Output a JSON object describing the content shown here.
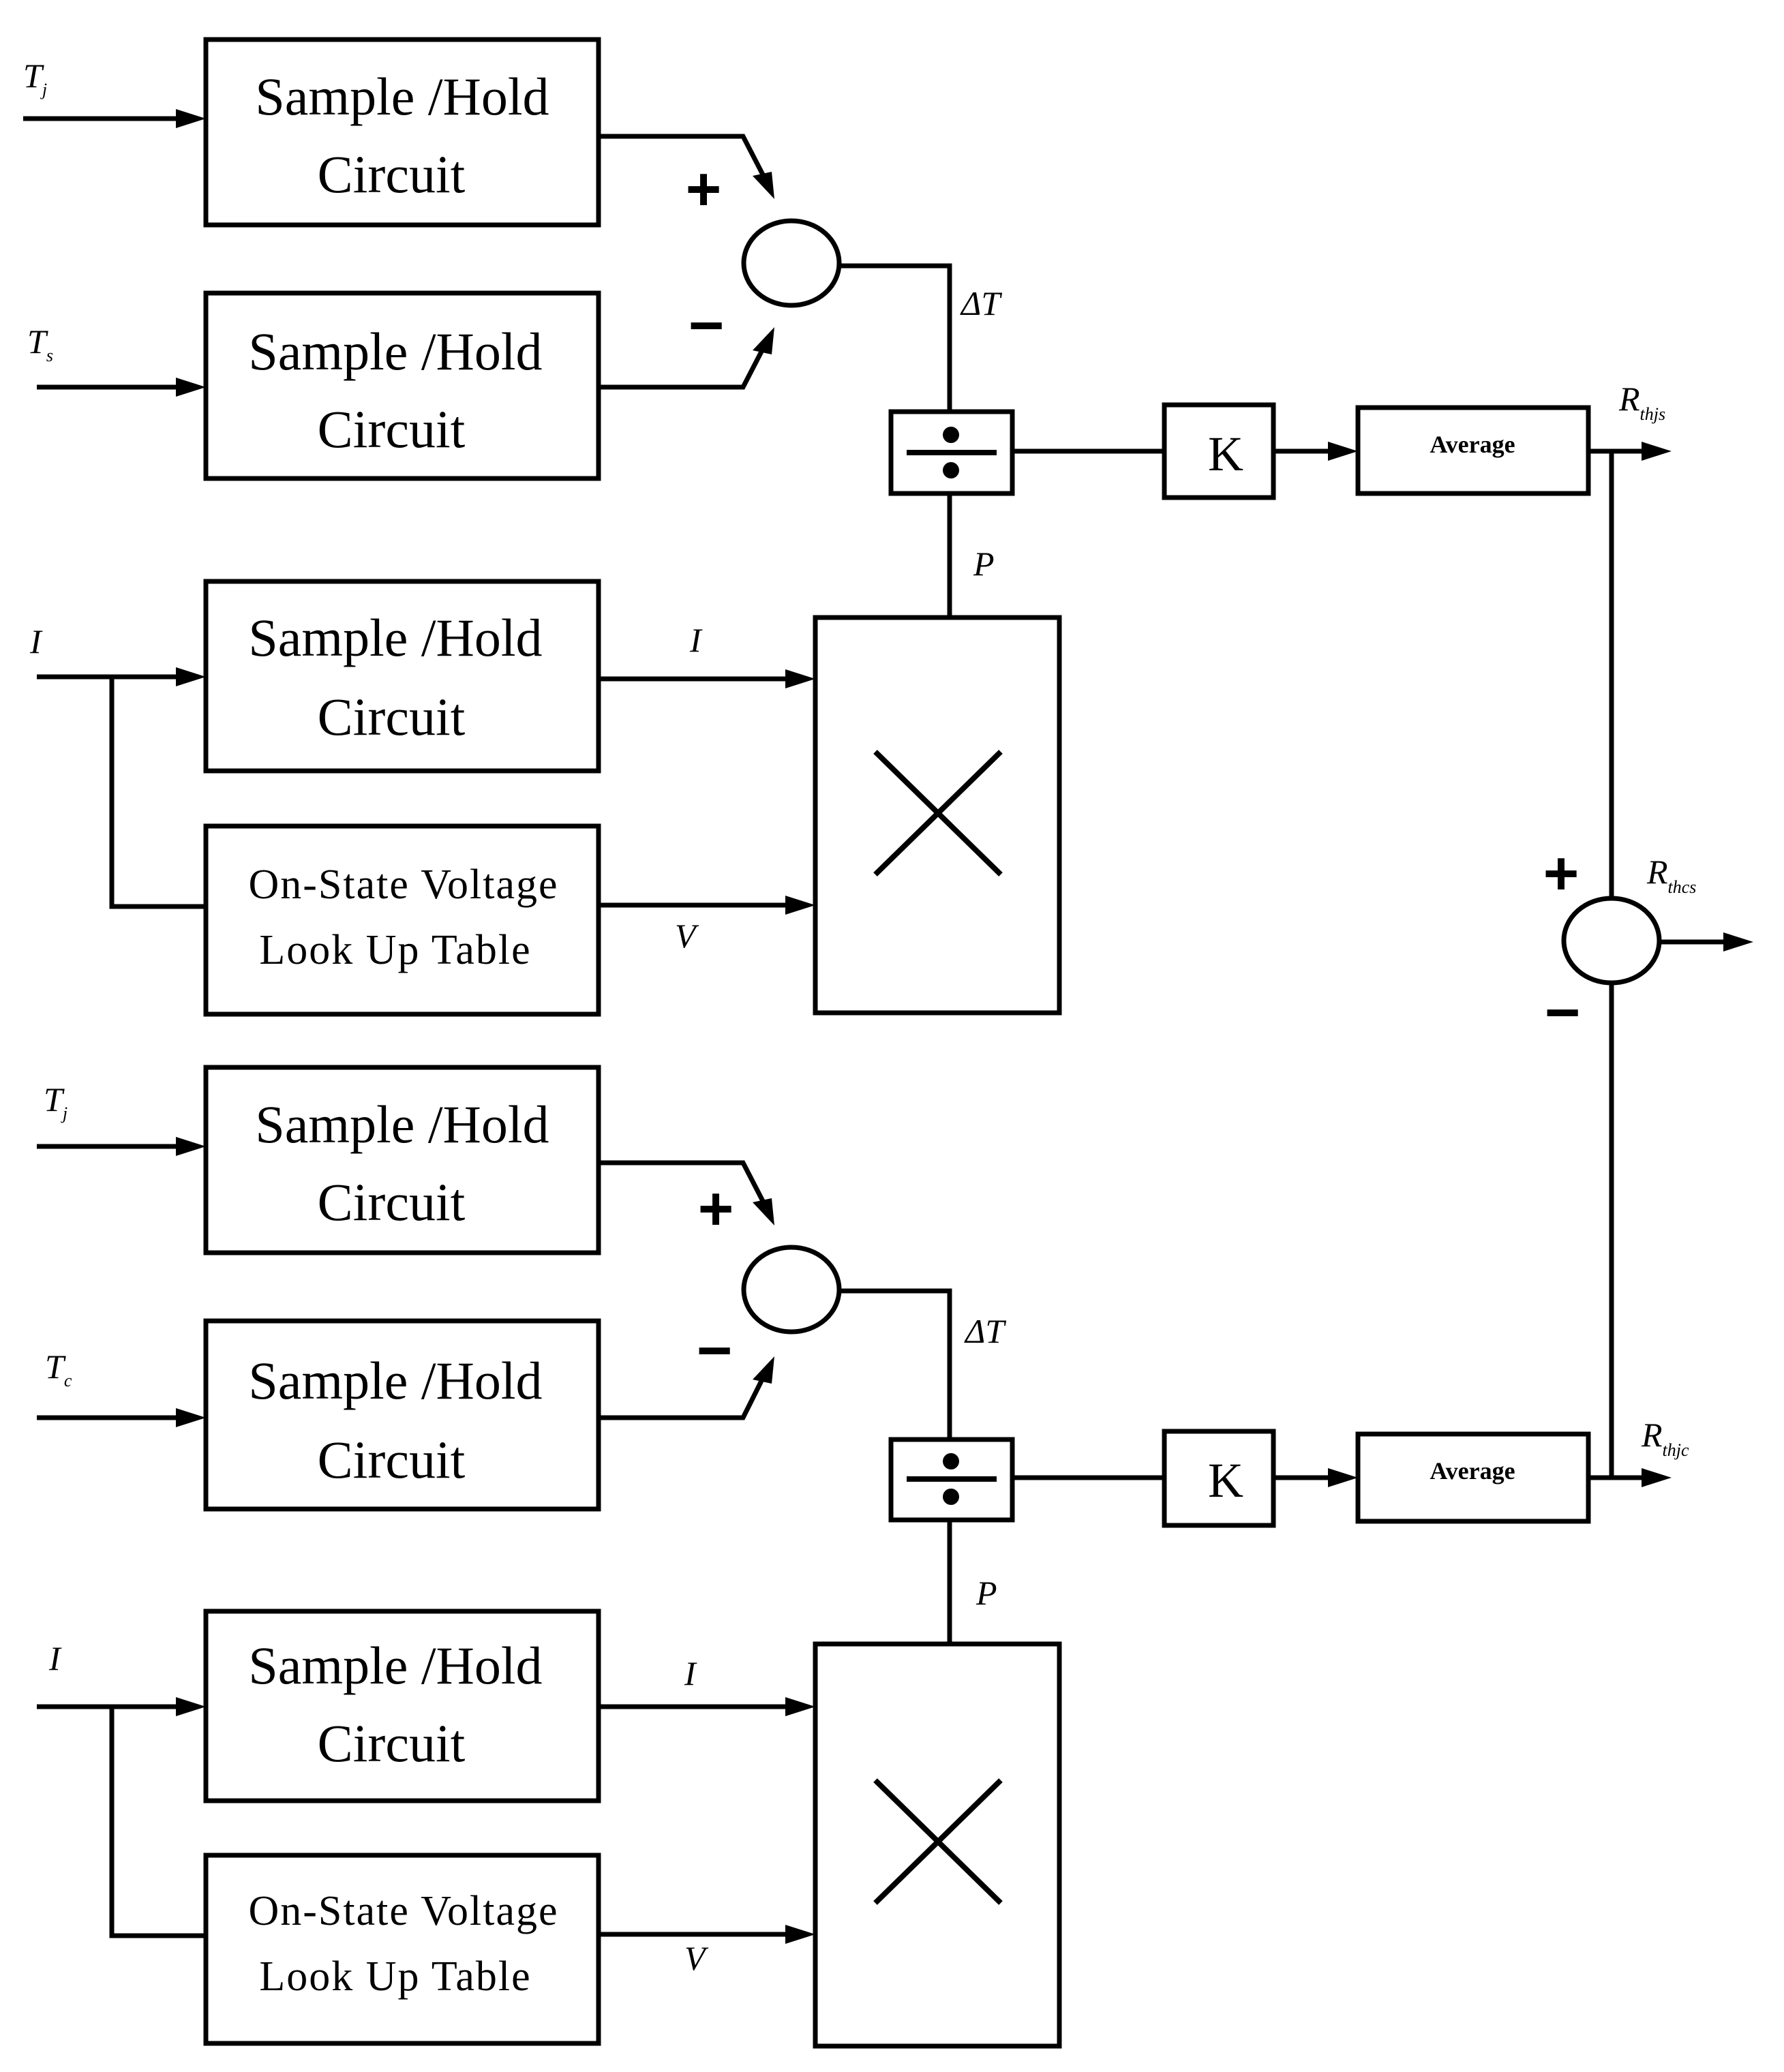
{
  "blocks": {
    "sample_hold_line1": "Sample /Hold",
    "sample_hold_line2": "Circuit",
    "lut_line1": "On-State Voltage",
    "lut_line2": "Look Up Table",
    "gain": "K",
    "average": "Average"
  },
  "signals": {
    "upper": {
      "in1_main": "T",
      "in1_sub": "j",
      "in2_main": "T",
      "in2_sub": "s",
      "current_in": "I",
      "current_mid": "I",
      "voltage": "V",
      "delta_t": "ΔT",
      "power": "P",
      "out_main": "R",
      "out_sub": "thjs"
    },
    "lower": {
      "in1_main": "T",
      "in1_sub": "j",
      "in2_main": "T",
      "in2_sub": "c",
      "current_in": "I",
      "current_mid": "I",
      "voltage": "V",
      "delta_t": "ΔT",
      "power": "P",
      "out_main": "R",
      "out_sub": "thjc"
    },
    "final_out_main": "R",
    "final_out_sub": "thcs"
  },
  "signs": {
    "plus": "+",
    "minus": "−"
  },
  "icons": {
    "sum_junction": "summing-circle",
    "divide": "division-sign",
    "multiply": "multiplication-cross"
  }
}
